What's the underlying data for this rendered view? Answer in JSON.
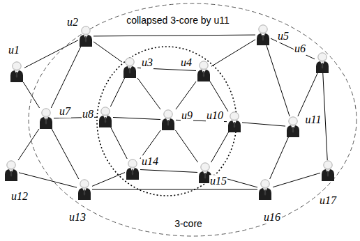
{
  "diagram": {
    "nodes": [
      {
        "text": [
          "3-core"
        ]
      },
      {
        "text": [
          "collapsed 3-core by u11"
        ],
        "in": 0
      },
      {
        "text": [
          "u1"
        ]
      },
      {
        "text": [
          "u2"
        ],
        "in": 0
      },
      {
        "text": [
          "u3"
        ],
        "in": 1
      },
      {
        "text": [
          "u4"
        ],
        "in": 1
      },
      {
        "text": [
          "u5"
        ],
        "in": 0
      },
      {
        "text": [
          "u6"
        ],
        "in": 0
      },
      {
        "text": [
          "u7"
        ],
        "in": 0
      },
      {
        "text": [
          "u8"
        ],
        "in": 1
      },
      {
        "text": [
          "u9"
        ],
        "in": 1
      },
      {
        "text": [
          "u10"
        ],
        "in": 1
      },
      {
        "text": [
          "u11"
        ],
        "in": 0
      },
      {
        "text": [
          "u12"
        ]
      },
      {
        "text": [
          "u13"
        ],
        "in": 0
      },
      {
        "text": [
          "u14"
        ],
        "in": 1
      },
      {
        "text": [
          "u15"
        ],
        "in": 1
      },
      {
        "text": [
          "u16"
        ],
        "in": 0
      },
      {
        "text": [
          "u17"
        ],
        "in": 0
      }
    ],
    "edges": [
      {
        "from": 2,
        "to": 3,
        "arrow": "none"
      },
      {
        "from": 2,
        "to": 8,
        "arrow": "none"
      },
      {
        "from": 3,
        "to": 8,
        "arrow": "none"
      },
      {
        "from": 3,
        "to": 4,
        "arrow": "none"
      },
      {
        "from": 3,
        "to": 6,
        "arrow": "none"
      },
      {
        "from": 4,
        "to": 5,
        "arrow": "none"
      },
      {
        "from": 4,
        "to": 9,
        "arrow": "none"
      },
      {
        "from": 4,
        "to": 10,
        "arrow": "none"
      },
      {
        "from": 5,
        "to": 10,
        "arrow": "none"
      },
      {
        "from": 5,
        "to": 11,
        "arrow": "none"
      },
      {
        "from": 5,
        "to": 6,
        "arrow": "none"
      },
      {
        "from": 6,
        "to": 7,
        "arrow": "none"
      },
      {
        "from": 6,
        "to": 12,
        "arrow": "none"
      },
      {
        "from": 7,
        "to": 12,
        "arrow": "none"
      },
      {
        "from": 7,
        "to": 18,
        "arrow": "none"
      },
      {
        "from": 8,
        "to": 9,
        "arrow": "none"
      },
      {
        "from": 8,
        "to": 13,
        "arrow": "none"
      },
      {
        "from": 8,
        "to": 14,
        "arrow": "none"
      },
      {
        "from": 9,
        "to": 10,
        "arrow": "none"
      },
      {
        "from": 9,
        "to": 15,
        "arrow": "none"
      },
      {
        "from": 10,
        "to": 11,
        "arrow": "none"
      },
      {
        "from": 10,
        "to": 15,
        "arrow": "none"
      },
      {
        "from": 10,
        "to": 16,
        "arrow": "none"
      },
      {
        "from": 11,
        "to": 12,
        "arrow": "none"
      },
      {
        "from": 11,
        "to": 16,
        "arrow": "none"
      },
      {
        "from": 12,
        "to": 17,
        "arrow": "none"
      },
      {
        "from": 13,
        "to": 14,
        "arrow": "none"
      },
      {
        "from": 14,
        "to": 15,
        "arrow": "none"
      },
      {
        "from": 14,
        "to": 17,
        "arrow": "none"
      },
      {
        "from": 15,
        "to": 16,
        "arrow": "none"
      },
      {
        "from": 16,
        "to": 17,
        "arrow": "none"
      },
      {
        "from": 17,
        "to": 18,
        "arrow": "none"
      }
    ]
  }
}
